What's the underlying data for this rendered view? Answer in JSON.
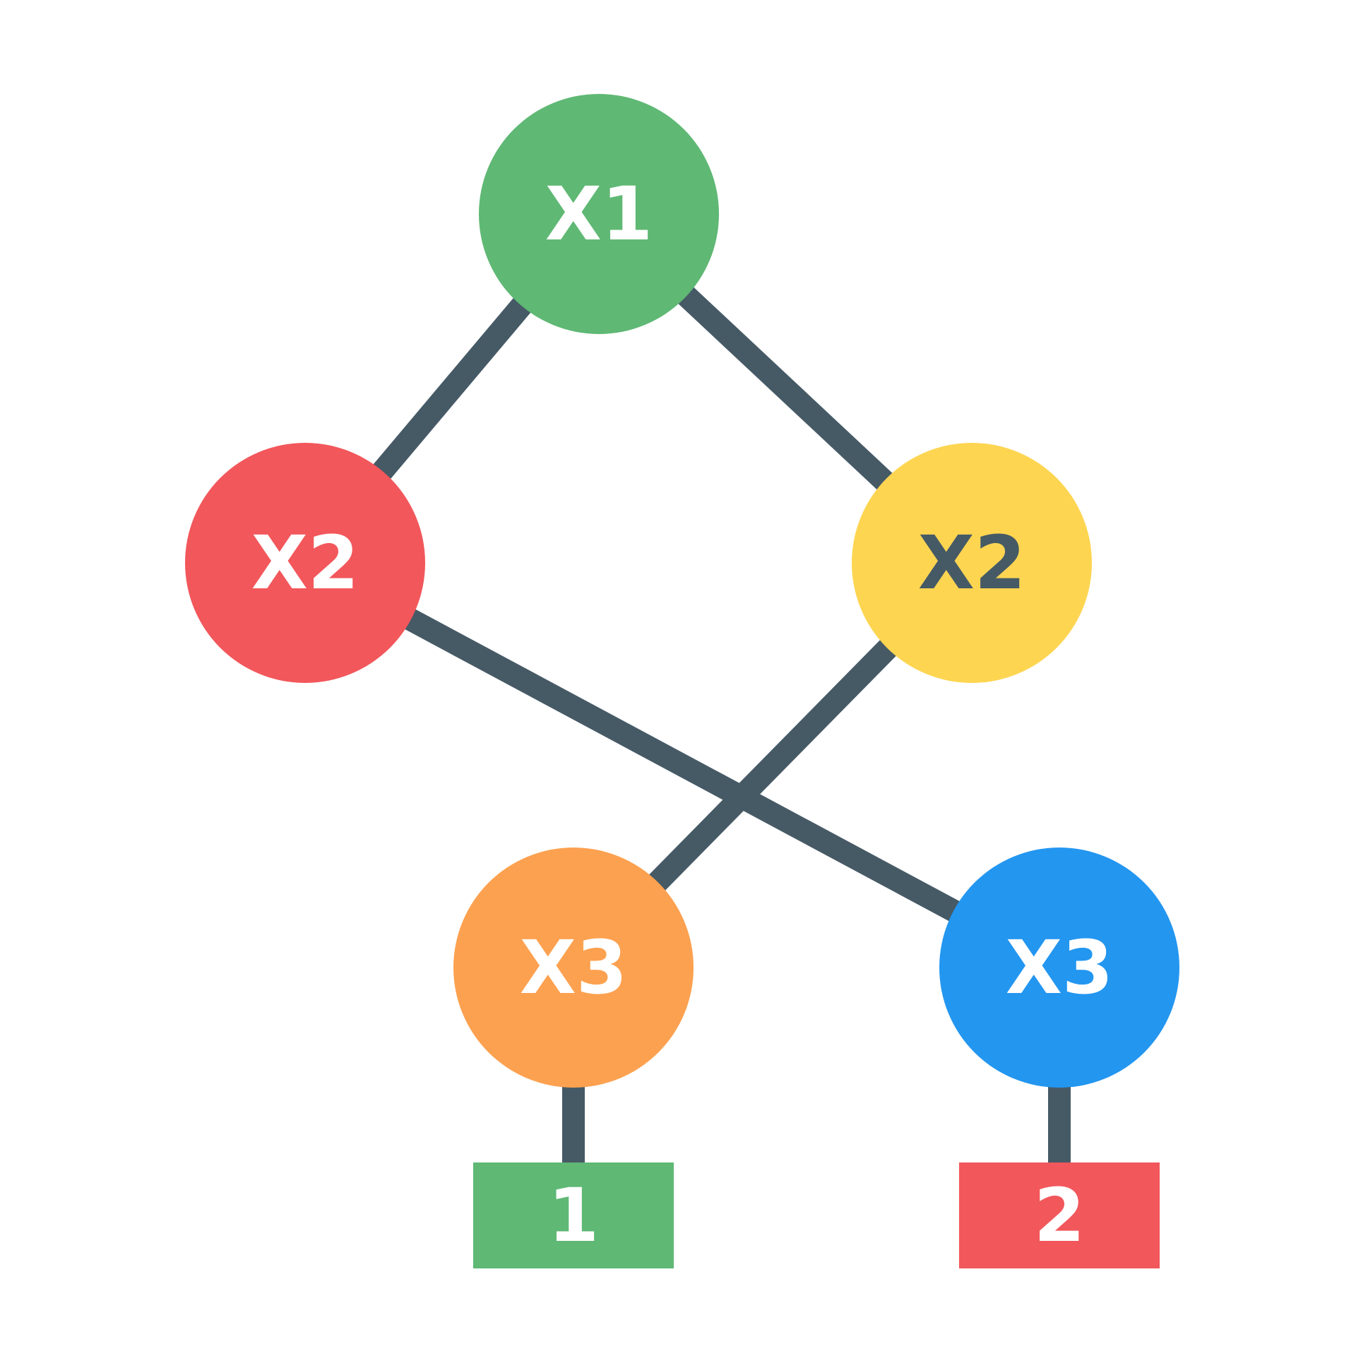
{
  "colors": {
    "background": "#ffffff",
    "edge": "#465a66",
    "green": "#5fb874",
    "red": "#f2575b",
    "yellow": "#fdd551",
    "orange": "#fca150",
    "blue": "#2396f0",
    "label_light": "#ffffff",
    "label_dark": "#465a66"
  },
  "nodes": [
    {
      "id": "root",
      "label": "X1",
      "fill": "green",
      "text": "label_light"
    },
    {
      "id": "left",
      "label": "X2",
      "fill": "red",
      "text": "label_light"
    },
    {
      "id": "right",
      "label": "X2",
      "fill": "yellow",
      "text": "label_dark"
    },
    {
      "id": "bottom-left",
      "label": "X3",
      "fill": "orange",
      "text": "label_light"
    },
    {
      "id": "bottom-right",
      "label": "X3",
      "fill": "blue",
      "text": "label_light"
    }
  ],
  "leaves": [
    {
      "id": "leaf-1",
      "label": "1",
      "fill": "green",
      "parent": "bottom-left"
    },
    {
      "id": "leaf-2",
      "label": "2",
      "fill": "red",
      "parent": "bottom-right"
    }
  ],
  "edges": [
    {
      "from": "root",
      "to": "left"
    },
    {
      "from": "root",
      "to": "right"
    },
    {
      "from": "left",
      "to": "bottom-right"
    },
    {
      "from": "right",
      "to": "bottom-left"
    }
  ]
}
